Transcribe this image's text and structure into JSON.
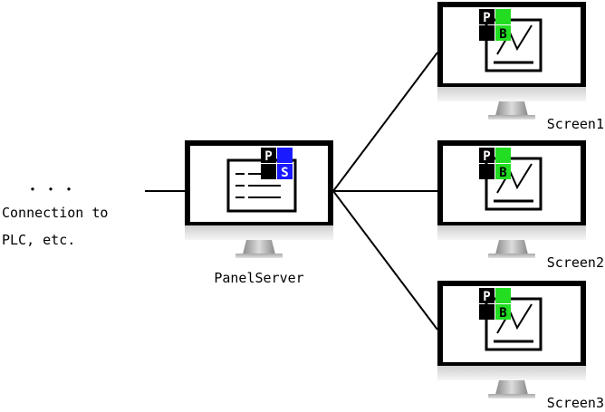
{
  "left_note": {
    "dots": "・・・",
    "line1": "Connection to",
    "line2": "PLC, etc."
  },
  "server": {
    "label": "PanelServer",
    "icon_letters": [
      "P",
      "S"
    ],
    "icon_accent": "#1a1aff"
  },
  "screens": [
    {
      "label": "Screen1",
      "icon_letters": [
        "P",
        "B"
      ]
    },
    {
      "label": "Screen2",
      "icon_letters": [
        "P",
        "B"
      ]
    },
    {
      "label": "Screen3",
      "icon_letters": [
        "P",
        "B"
      ]
    }
  ],
  "colors": {
    "screen_accent": "#22dd22",
    "monitor_dark": "#000000",
    "monitor_light": "#ffffff",
    "line": "#000000"
  }
}
